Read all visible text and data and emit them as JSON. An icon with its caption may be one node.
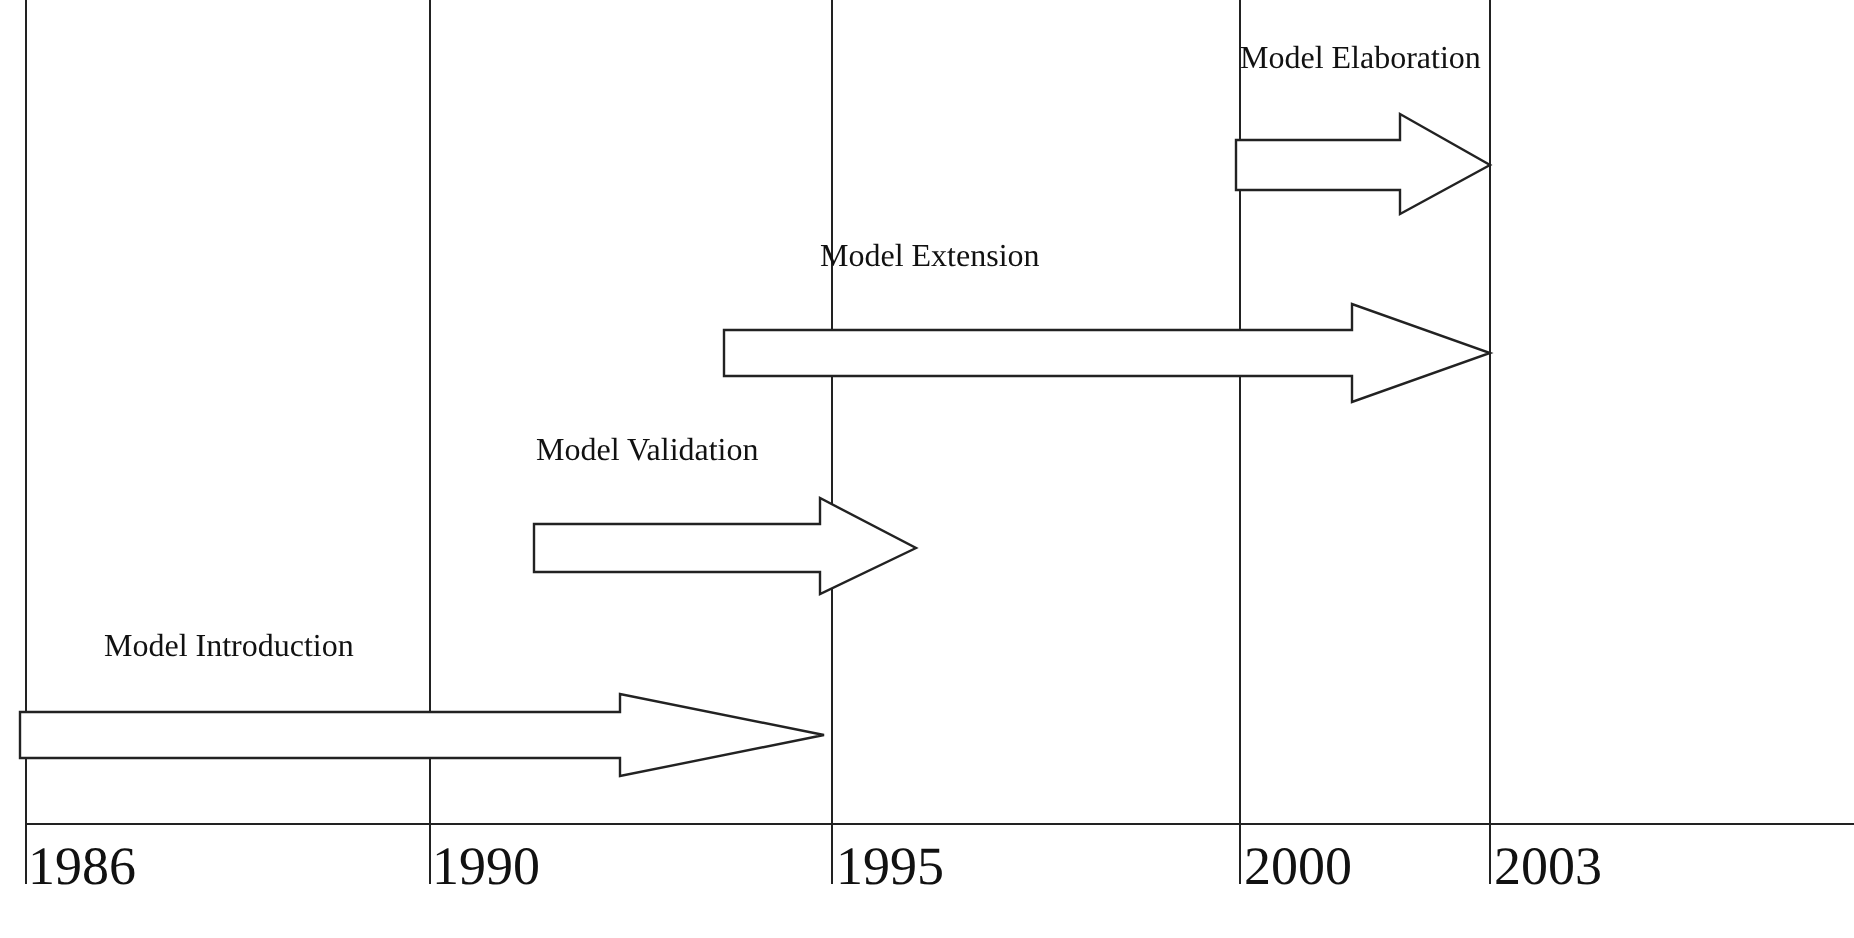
{
  "diagram": {
    "nodes": [
      {
        "text": [
          "Model Introduction"
        ]
      },
      {
        "text": [
          "Model Validation"
        ]
      },
      {
        "text": [
          "Model Extension"
        ]
      },
      {
        "text": [
          "Model Elaboration"
        ]
      }
    ],
    "labels": [
      "1986",
      "1990",
      "1995",
      "2000",
      "2003"
    ]
  }
}
